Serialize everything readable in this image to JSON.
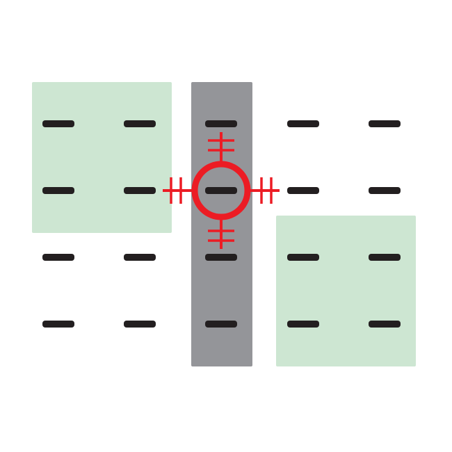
{
  "diagram": {
    "grid": {
      "rows": 4,
      "columns": 5
    },
    "highlight_regions": [
      {
        "name": "top-left-block",
        "color": "#cde6d2",
        "rows": [
          1,
          2
        ],
        "columns": [
          1,
          2
        ]
      },
      {
        "name": "bottom-right-block",
        "color": "#cde6d2",
        "rows": [
          3,
          4
        ],
        "columns": [
          4,
          5
        ]
      }
    ],
    "highlight_column": {
      "name": "selected-column",
      "color": "#949599",
      "column": 3
    },
    "target_marker": {
      "name": "crosshair-target",
      "color": "#ec1c24",
      "row": 2,
      "column": 3
    },
    "dash_color": "#231f20"
  }
}
